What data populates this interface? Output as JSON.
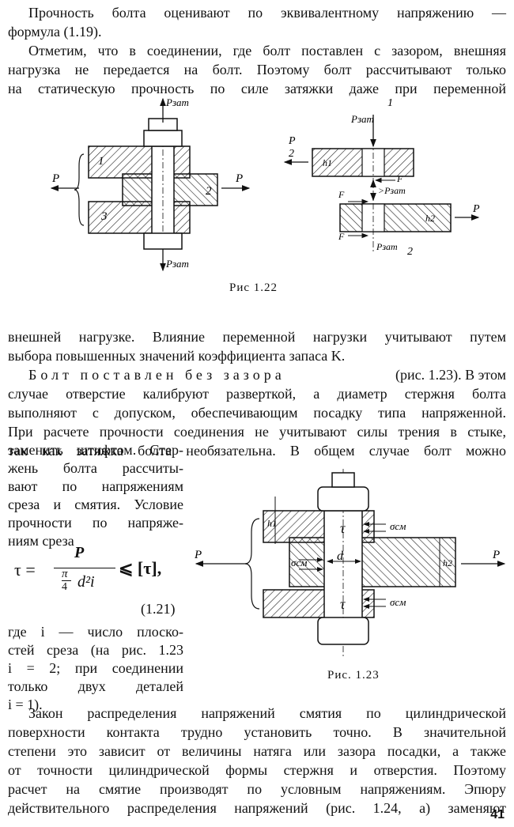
{
  "top_paragraph": {
    "lines": [
      "Прочность болта оценивают по эквивалентному напряжению —",
      "формула (1.19).",
      "Отметим, что в соединении, где болт поставлен с зазором, внешняя",
      "нагрузка не передается на болт. Поэтому болт рассчитывают только",
      "на статическую прочность по силе затяжки даже при переменной"
    ]
  },
  "figure_1_22": {
    "caption": "Рис 1.22",
    "labels": {
      "p_zat": "Pзат",
      "p": "P",
      "p_half": "P",
      "p_half_den": "2",
      "f": "F",
      "p_zat_gt": ">Pзат",
      "h1": "h1",
      "h2": "h2",
      "n1": "1",
      "n2": "2",
      "n3": "3"
    }
  },
  "middle_paragraph": {
    "lines": [
      "внешней нагрузке. Влияние переменной нагрузки учитывают путем",
      "выбора повышенных значений коэффициента запаса K."
    ],
    "spaced_lead": "Болт поставлен без зазора",
    "lines_after_lead": [
      "(рис. 1.23). В этом",
      "случае отверстие калибруют разверткой, а диаметр стержня болта",
      "выполняют с допуском, обеспечивающим посадку типа напряженной.",
      "При расчете прочности соединения не учитывают силы трения в стыке,",
      "так как затяжка болта необязательна. В общем случае болт можно"
    ]
  },
  "left_column": {
    "lines": [
      "заменить штифтом. Стер-",
      "жень болта рассчиты-",
      "вают по напряжениям",
      "среза и смятия. Условие",
      "прочности по напряже-",
      "ниям среза"
    ],
    "formula": {
      "lhs": "τ =",
      "numerator": "P",
      "denominator_pi": "π",
      "denominator_four": "4",
      "denominator_rest": "d²i",
      "rhs": "⩽ [τ],"
    },
    "equation_number": "(1.21)",
    "where_lines": [
      "где i — число плоско-",
      "стей среза (на рис. 1.23",
      "i = 2; при соединении",
      "только двух деталей",
      "i = 1)."
    ]
  },
  "figure_1_23": {
    "caption": "Рис. 1.23",
    "labels": {
      "p": "P",
      "tau": "τ",
      "sigma_cm": "σсм",
      "d": "d",
      "h1": "h1",
      "h2": "h2"
    }
  },
  "bottom_paragraph": {
    "lines": [
      "Закон распределения напряжений смятия по цилиндрической",
      "поверхности контакта трудно установить точно. В значительной",
      "степени это зависит от величины натяга или зазора посадки, а также",
      "от точности цилиндрической формы стержня и отверстия. Поэтому",
      "расчет на смятие производят по условным напряжениям. Эпюру",
      "действительного распределения напряжений (рис. 1.24, а) заменяют"
    ]
  },
  "page_number": "41"
}
